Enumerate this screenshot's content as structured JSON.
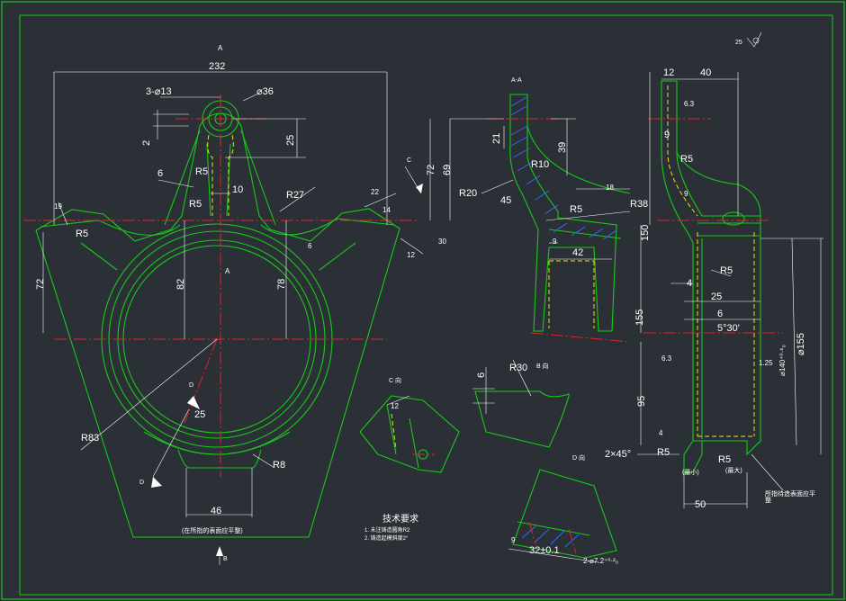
{
  "colors": {
    "background": "#2b3036",
    "outline": "#19c81a",
    "centerline": "#e0222a",
    "hidden_line": "#e8e21e",
    "dimension": "#ffffff",
    "hatch": "#2a6cff"
  },
  "views": {
    "front_label": "A",
    "front_center_label": "A",
    "section_aa_label": "A-A",
    "view_b_label": "B 向",
    "view_c_label": "C 向",
    "view_d_label": "D 向",
    "arrow_b": "B",
    "arrow_c": "C",
    "arrow_d_top": "D",
    "arrow_d_bottom": "D"
  },
  "roughness": {
    "top_right": "25",
    "side": "6.3",
    "side_view_a": "6.3",
    "side_view_b": "1.25"
  },
  "dimensions": {
    "front": {
      "width_232": "232",
      "holes": "3-⌀13",
      "boss_dia": "⌀36",
      "d2": "2",
      "d25": "25",
      "d72_right": "72",
      "d69": "69",
      "r5_top": "R5",
      "d6": "6",
      "d10": "10",
      "r5_mid": "R5",
      "r27": "R27",
      "d19": "19",
      "r5_left": "R5",
      "d22": "22",
      "d14": "14",
      "d30": "30",
      "d12": "12",
      "d6_rib": "6",
      "d72_left": "72",
      "d82": "82",
      "d78": "78",
      "r83": "R83",
      "d25_bottom": "25",
      "r8": "R8",
      "d46": "46",
      "note": "(在所指的表面应平整)"
    },
    "section_aa": {
      "d21": "21",
      "r10": "R10",
      "d39": "39",
      "r20": "R20",
      "d45": "45",
      "d18": "18",
      "r38": "R38",
      "r5": "R5",
      "d9": "9",
      "d42": "42"
    },
    "side": {
      "d12": "12",
      "d40": "40",
      "d9": "9",
      "r5": "R5",
      "d9b": "9",
      "d150": "150",
      "r5b": "R5",
      "d4": "4",
      "d25": "25",
      "d155_left": "155",
      "d6": "6",
      "angle": "5°30'",
      "d140": "⌀140⁺⁰·⁶₀",
      "d155_dia": "⌀155",
      "d95": "95",
      "d4b": "4",
      "chamfer": "2×45°",
      "r5c": "R5",
      "r5d": "R5",
      "min": "(最小)",
      "max": "(最大)",
      "d50": "50",
      "note": "所指待造表面应平整"
    },
    "view_b": {
      "d6": "6",
      "r30": "R30"
    },
    "view_c": {
      "d12": "12"
    },
    "bottom_detail": {
      "d9": "9",
      "d32": "32±0.1",
      "holes": "2-⌀7.2⁺⁰·²₀"
    }
  },
  "requirements": {
    "title": "技术要求",
    "items": [
      "1. 未注铸造圆角R2",
      "2. 铸造起模斜度2°"
    ]
  }
}
